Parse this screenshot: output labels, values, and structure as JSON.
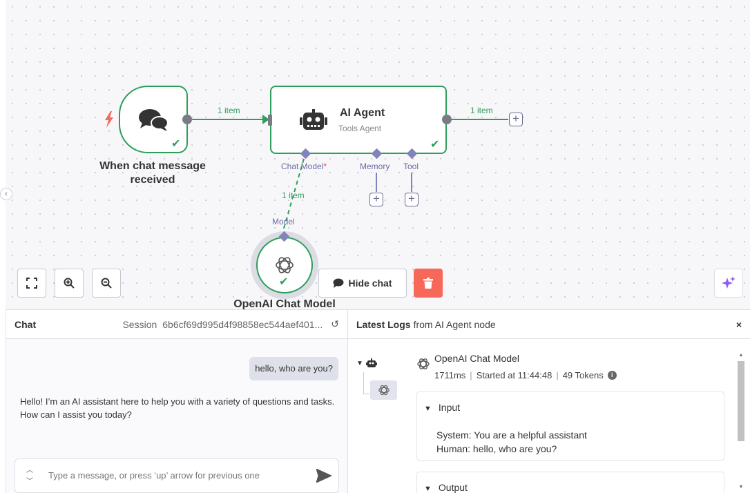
{
  "canvas": {
    "trigger_node": {
      "title": "When chat message received",
      "icon": "chat-bubbles-icon"
    },
    "agent_node": {
      "title": "AI Agent",
      "subtitle": "Tools Agent",
      "icon": "robot-icon"
    },
    "model_node": {
      "title": "OpenAI Chat Model",
      "icon": "openai-icon",
      "port_label": "Model"
    },
    "connections": {
      "trigger_to_agent": "1 item",
      "agent_output": "1 item",
      "model_to_agent": "1 item"
    },
    "agent_ports": {
      "chat_model": "Chat Model",
      "required_mark": "*",
      "memory": "Memory",
      "tool": "Tool"
    },
    "buttons": {
      "hide_chat": "Hide chat"
    },
    "colors": {
      "success": "#2e9e5b",
      "delete": "#f7675a",
      "port": "#8084b8"
    }
  },
  "chat": {
    "title": "Chat",
    "session_label": "Session",
    "session_id": "6b6cf69d995d4f98858ec544aef401...",
    "messages": [
      {
        "role": "user",
        "text": "hello, who are you?"
      },
      {
        "role": "assistant",
        "text": "Hello! I’m an AI assistant here to help you with a variety of questions and tasks. How can I assist you today?"
      }
    ],
    "input_placeholder": "Type a message, or press ‘up’ arrow for previous one"
  },
  "logs": {
    "title_bold": "Latest Logs",
    "title_rest": "from AI Agent node",
    "entry": {
      "node_name": "OpenAI Chat Model",
      "duration": "1711ms",
      "started": "Started at 11:44:48",
      "tokens": "49 Tokens"
    },
    "input": {
      "title": "Input",
      "lines": [
        "System: You are a helpful assistant",
        "Human: hello, who are you?"
      ]
    },
    "output": {
      "title": "Output"
    }
  }
}
